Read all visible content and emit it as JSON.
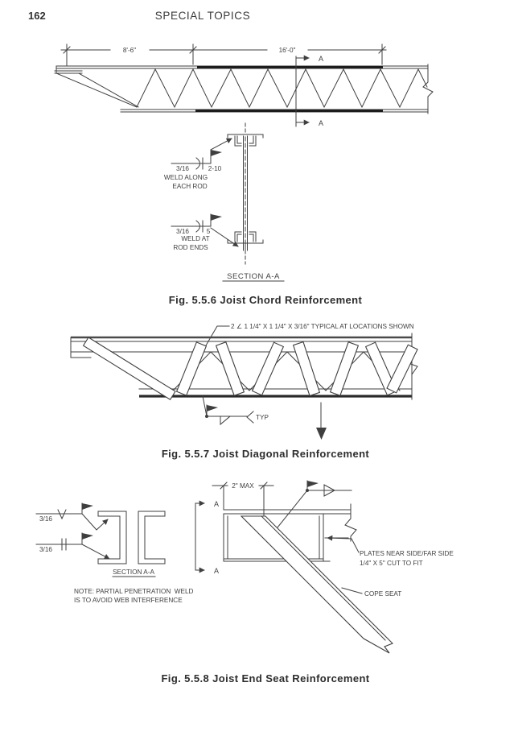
{
  "page": {
    "number": "162",
    "header_title": "SPECIAL TOPICS"
  },
  "fig556": {
    "dim_left": "8'-6\"",
    "dim_right": "16'-0\"",
    "section_marker": "A",
    "weld_rod": {
      "size": "3/16",
      "spec": "2-10",
      "note_line1": "WELD ALONG",
      "note_line2": "EACH ROD"
    },
    "weld_ends": {
      "size": "3/16",
      "spec": "5",
      "note_line1": "WELD AT",
      "note_line2": "ROD ENDS"
    },
    "section_label": "SECTION A-A",
    "caption": "Fig. 5.5.6 Joist Chord Reinforcement"
  },
  "fig557": {
    "annotation": "2 ∠ 1 1/4\" X 1 1/4\" X 3/16\" TYPICAL AT LOCATIONS SHOWN",
    "typ_label": "TYP",
    "caption": "Fig. 5.5.7 Joist Diagonal Reinforcement"
  },
  "fig558": {
    "weld_top_size": "3/16",
    "weld_bottom_size": "3/16",
    "section_label": "SECTION A-A",
    "note_line1": "NOTE: PARTIAL PENETRATION  WELD",
    "note_line2": "IS TO AVOID WEB INTERFERENCE",
    "dim_label": "2\" MAX",
    "section_marker": "A",
    "plates_line1": "PLATES NEAR SIDE/FAR SIDE",
    "plates_line2": "1/4\" X 5\" CUT TO FIT",
    "cope_label": "COPE SEAT",
    "caption": "Fig. 5.5.8 Joist End Seat Reinforcement"
  },
  "colors": {
    "ink": "#3f3f3f",
    "paper": "#ffffff"
  }
}
